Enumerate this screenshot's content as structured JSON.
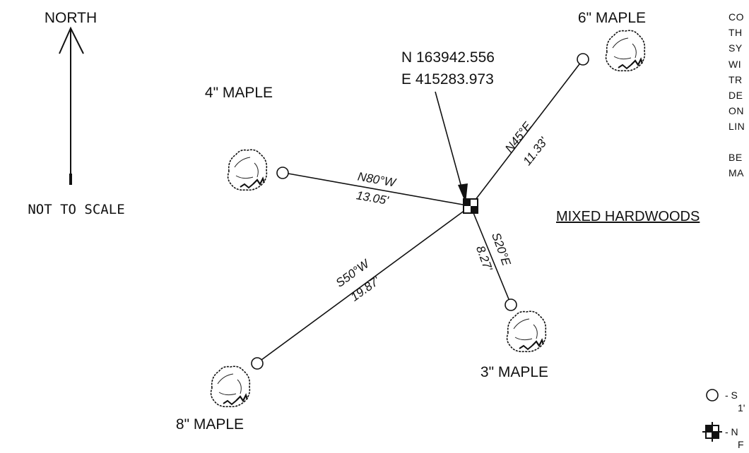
{
  "north_arrow": {
    "label": "NORTH",
    "scale_note": "NOT TO SCALE"
  },
  "control_point": {
    "northing": "N 163942.556",
    "easting": "E 415283.973"
  },
  "witness_trees": [
    {
      "label": "6\" MAPLE",
      "bearing": "N45°E",
      "distance": "11.33'"
    },
    {
      "label": "4\" MAPLE",
      "bearing": "N80°W",
      "distance": "13.05'"
    },
    {
      "label": "3\" MAPLE",
      "bearing": "S20°E",
      "distance": "8.27'"
    },
    {
      "label": "8\" MAPLE",
      "bearing": "S50°W",
      "distance": "19.87'"
    }
  ],
  "notes": {
    "lines": [
      "CO",
      "TH",
      "SY",
      "WI",
      "TR",
      "DE",
      "ON",
      "LIN",
      "",
      "BE",
      "MA"
    ],
    "heading": "MIXED HARDWOODS"
  },
  "legend": [
    {
      "symbol": "circle-icon",
      "text_lines": [
        "- S",
        "1'"
      ]
    },
    {
      "symbol": "control-point-icon",
      "text_lines": [
        "- N",
        "F"
      ]
    }
  ]
}
